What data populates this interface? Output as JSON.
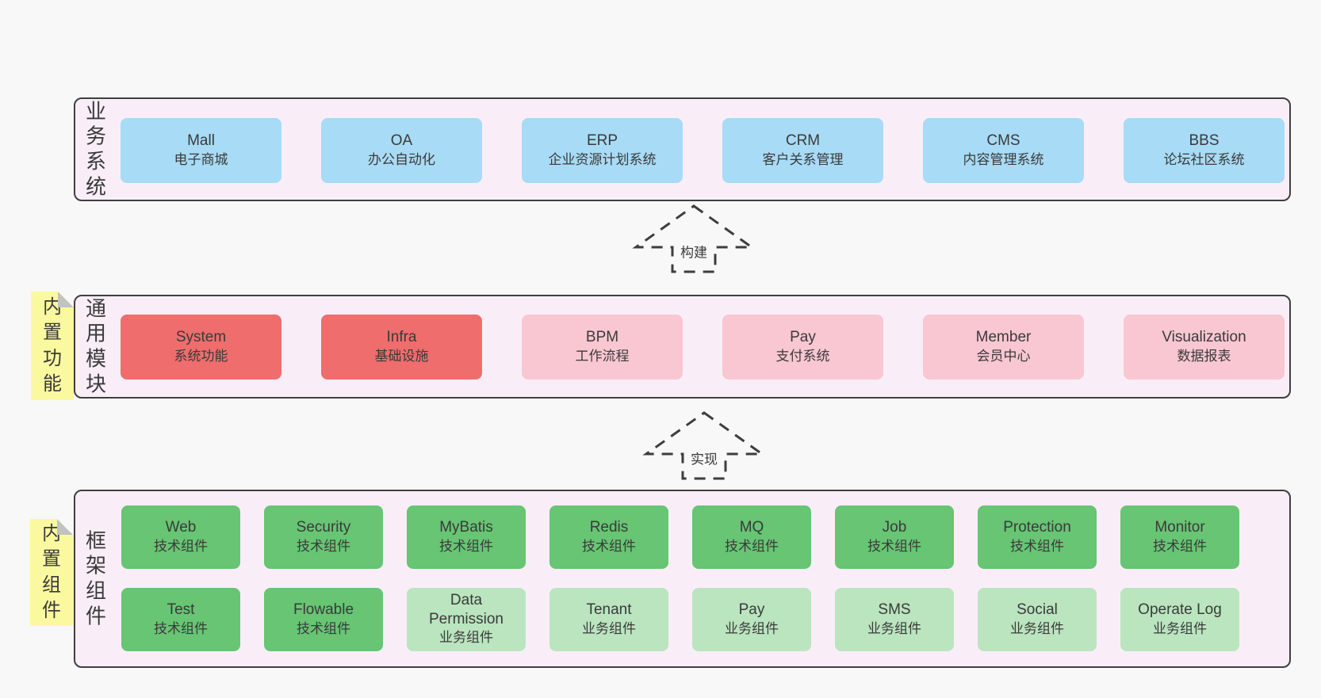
{
  "colors": {
    "page_bg": "#f8f8f8",
    "section_bg": "#f9eef8",
    "section_border": "#3f3f3f",
    "blue_box": "#a8dbf5",
    "red_box": "#ef6d6d",
    "pink_box": "#f9c7d1",
    "green_box": "#67c573",
    "light_green_box": "#bae5bf",
    "note_yellow": "#fbf99f",
    "note_fold_gray": "#c2c2c2",
    "text": "#3a3a3a"
  },
  "notes": [
    {
      "label": "内置功能"
    },
    {
      "label": "内置组件"
    }
  ],
  "arrows": [
    {
      "label": "构建"
    },
    {
      "label": "实现"
    }
  ],
  "sections": [
    {
      "label": "业务系统",
      "boxes": [
        {
          "title": "Mall",
          "subtitle": "电子商城"
        },
        {
          "title": "OA",
          "subtitle": "办公自动化"
        },
        {
          "title": "ERP",
          "subtitle": "企业资源计划系统"
        },
        {
          "title": "CRM",
          "subtitle": "客户关系管理"
        },
        {
          "title": "CMS",
          "subtitle": "内容管理系统"
        },
        {
          "title": "BBS",
          "subtitle": "论坛社区系统"
        }
      ]
    },
    {
      "label": "通用模块",
      "boxes": [
        {
          "title": "System",
          "subtitle": "系统功能"
        },
        {
          "title": "Infra",
          "subtitle": "基础设施"
        },
        {
          "title": "BPM",
          "subtitle": "工作流程"
        },
        {
          "title": "Pay",
          "subtitle": "支付系统"
        },
        {
          "title": "Member",
          "subtitle": "会员中心"
        },
        {
          "title": "Visualization",
          "subtitle": "数据报表"
        }
      ]
    },
    {
      "label": "框架组件",
      "rows": [
        [
          {
            "title": "Web",
            "subtitle": "技术组件"
          },
          {
            "title": "Security",
            "subtitle": "技术组件"
          },
          {
            "title": "MyBatis",
            "subtitle": "技术组件"
          },
          {
            "title": "Redis",
            "subtitle": "技术组件"
          },
          {
            "title": "MQ",
            "subtitle": "技术组件"
          },
          {
            "title": "Job",
            "subtitle": "技术组件"
          },
          {
            "title": "Protection",
            "subtitle": "技术组件"
          },
          {
            "title": "Monitor",
            "subtitle": "技术组件"
          }
        ],
        [
          {
            "title": "Test",
            "subtitle": "技术组件"
          },
          {
            "title": "Flowable",
            "subtitle": "技术组件"
          },
          {
            "title": "Data Permission",
            "subtitle": "业务组件"
          },
          {
            "title": "Tenant",
            "subtitle": "业务组件"
          },
          {
            "title": "Pay",
            "subtitle": "业务组件"
          },
          {
            "title": "SMS",
            "subtitle": "业务组件"
          },
          {
            "title": "Social",
            "subtitle": "业务组件"
          },
          {
            "title": "Operate Log",
            "subtitle": "业务组件"
          }
        ]
      ]
    }
  ]
}
